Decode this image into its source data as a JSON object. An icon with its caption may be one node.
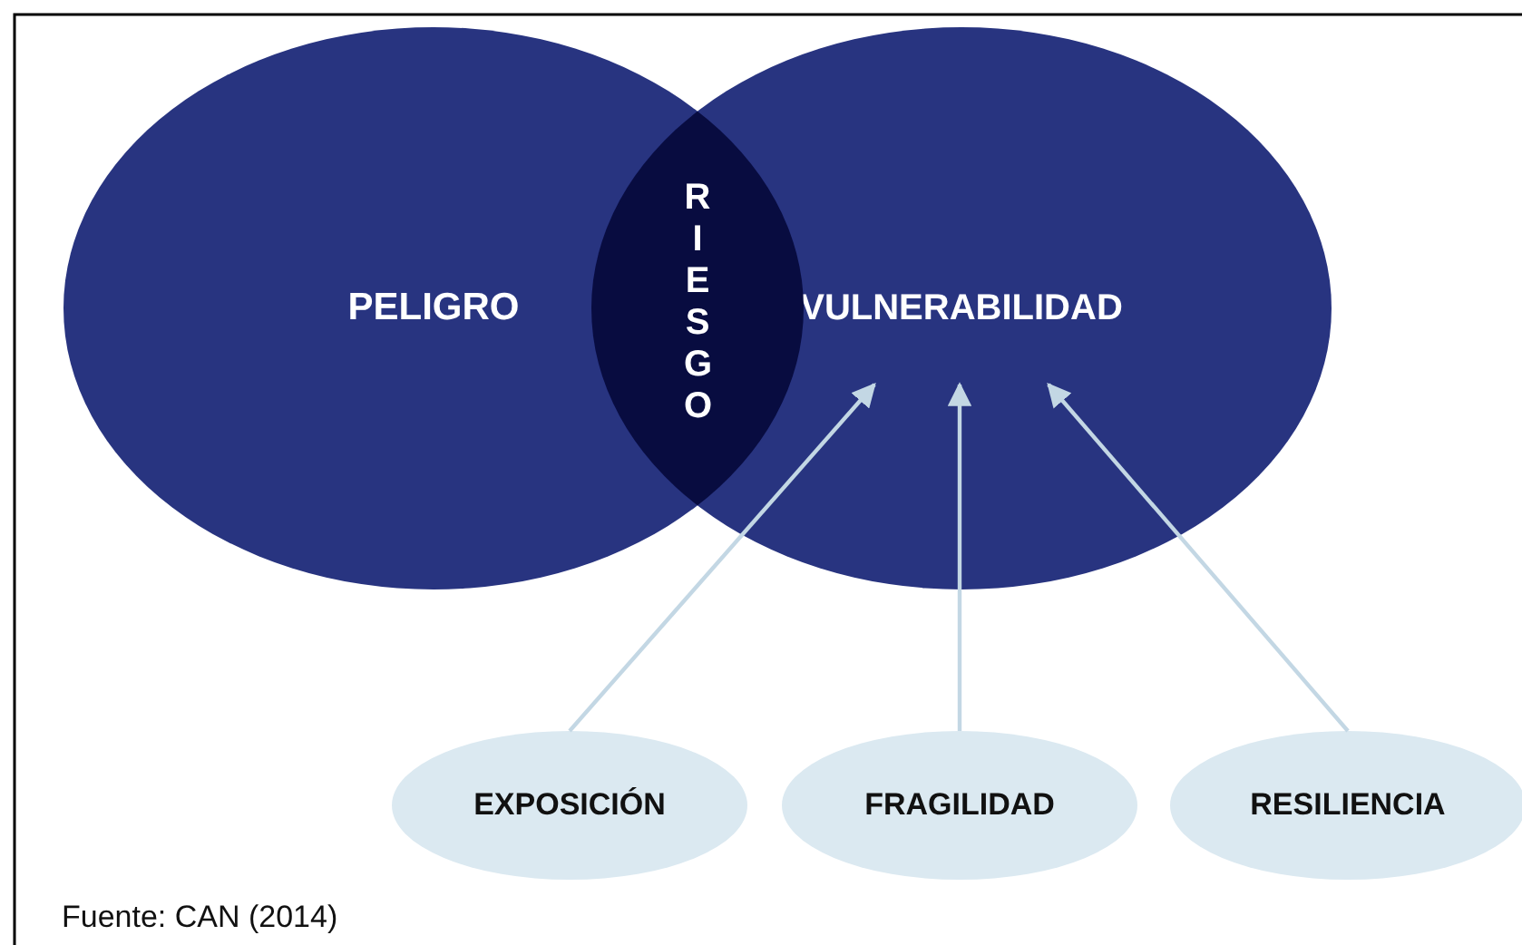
{
  "diagram": {
    "caption": "Fuente: CAN (2014)",
    "nodes": [
      {
        "text": [
          "PELIGRO"
        ]
      },
      {
        "text": [
          "VULNERABILIDAD"
        ]
      },
      {
        "text": [
          "RIESGO"
        ]
      },
      {
        "text": [
          "EXPOSICIÓN"
        ]
      },
      {
        "text": [
          "FRAGILIDAD"
        ]
      },
      {
        "text": [
          "RESILIENCIA"
        ]
      }
    ],
    "edges": [
      {
        "from": 3,
        "to": 1,
        "arrow": "to"
      },
      {
        "from": 4,
        "to": 1,
        "arrow": "to"
      },
      {
        "from": 5,
        "to": 1,
        "arrow": "to"
      }
    ]
  }
}
